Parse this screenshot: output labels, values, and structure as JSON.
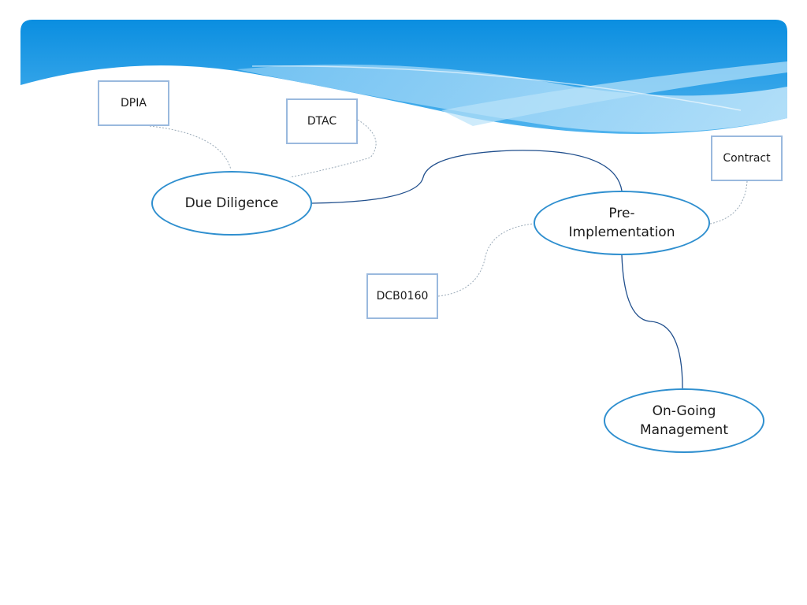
{
  "diagram": {
    "main_nodes": {
      "due_diligence": "Due Diligence",
      "pre_implementation": [
        "Pre-",
        "Implementation"
      ],
      "ongoing_management": [
        "On-Going",
        "Management"
      ]
    },
    "document_nodes": {
      "dpia": "DPIA",
      "dtac": "DTAC",
      "contract": "Contract",
      "dcb0160": "DCB0160"
    },
    "colors": {
      "banner_dark": "#0a8ee0",
      "banner_light": "#9fd6f7",
      "ellipse_border": "#2f8fcf",
      "box_border": "#9ab9de",
      "solid_connector": "#1f4e8c",
      "dotted_connector": "#9aaab8"
    }
  }
}
